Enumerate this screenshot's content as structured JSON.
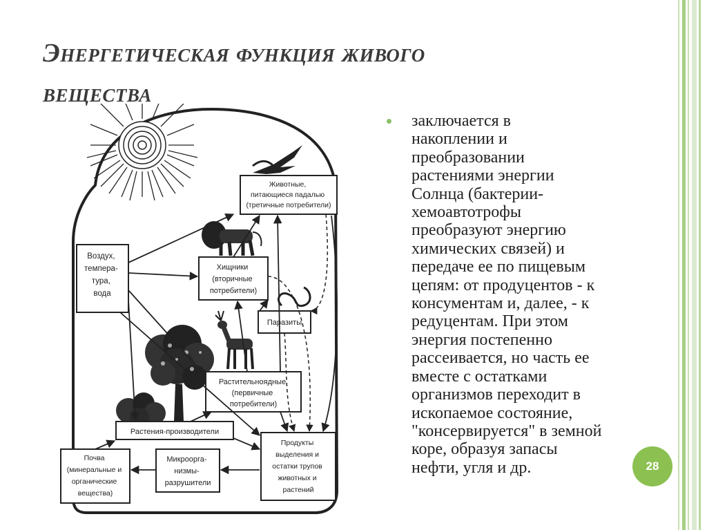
{
  "slide": {
    "title_line1": "Энергетическая функция живого",
    "title_line2": "вещества",
    "page_number": "28",
    "accent_color": "#8cc152"
  },
  "bullet": {
    "text": "заключается в\nнакоплении и\nпреобразовании\nрастениями энергии\nСолнца (бактерии-\nхемоавтотрофы\nпреобразуют энергию\nхимических связей) и\nпередаче ее по пищевым\nцепям: от продуцентов - к\nконсументам и, далее, - к\nредуцентам. При этом\nэнергия постепенно\nрассеивается, но часть ее\nвместе с остатками\nорганизмов переходит в\nископаемое состояние,\n\"консервируется\" в земной\nкоре, образуя запасы\nнефти, угля и др."
  },
  "diagram": {
    "air": [
      "Воздух,",
      "темпера-",
      "тура,",
      "вода"
    ],
    "scavengers": [
      "Животные,",
      "питающиеся падалью",
      "(третичные потребители)"
    ],
    "predators": [
      "Хищники",
      "(вторичные",
      "потребители)"
    ],
    "parasites": [
      "Паразиты"
    ],
    "herbivores": [
      "Растительноядные",
      "(первичные",
      "потребители)"
    ],
    "producers": [
      "Растения-производители"
    ],
    "soil": [
      "Почва",
      "(минеральные и",
      "органические",
      "вещества)"
    ],
    "microbes": [
      "Микроорга-",
      "низмы-",
      "разрушители"
    ],
    "products": [
      "Продукты",
      "выделения и",
      "остатки трупов",
      "животных и",
      "растений"
    ],
    "icons": [
      "sun-icon",
      "bird-icon",
      "lion-icon",
      "deer-icon",
      "tree-icon",
      "bush-icon",
      "worm-icon"
    ]
  }
}
